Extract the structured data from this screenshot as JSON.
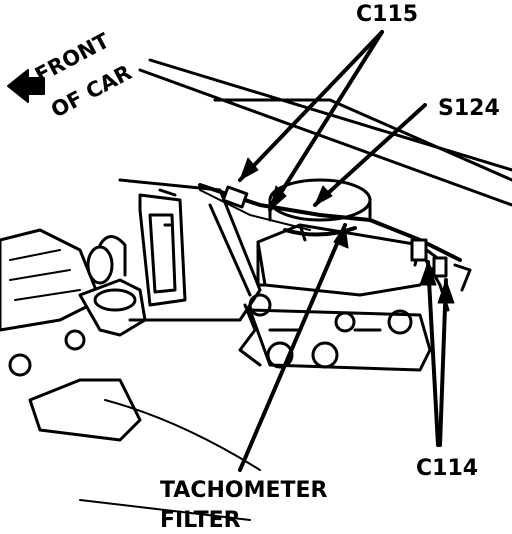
{
  "orientation": {
    "line1": "FRONT",
    "line2": "OF CAR",
    "arrow_icon": "arrow-left-icon"
  },
  "callouts": {
    "c115": "C115",
    "s124": "S124",
    "c114": "C114",
    "tach_line1": "TACHOMETER",
    "tach_line2": "FILTER"
  },
  "colors": {
    "ink": "#000000",
    "paper": "#ffffff"
  }
}
